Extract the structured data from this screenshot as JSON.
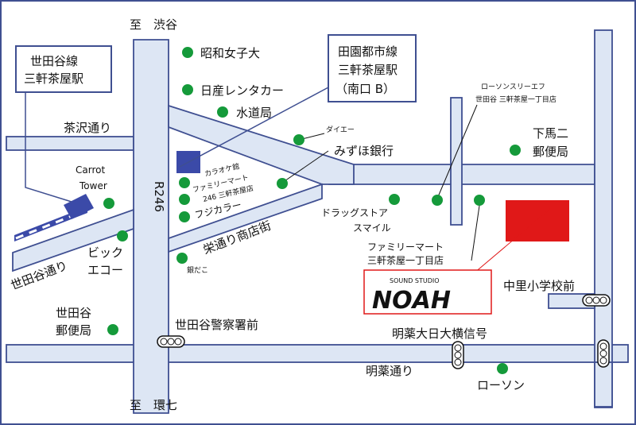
{
  "colors": {
    "road_fill": "#dde6f4",
    "road_stroke": "#3f4f91",
    "poi_green": "#159a3a",
    "studio_red": "#e01818",
    "karaoke_blue": "#3b4aa8"
  },
  "directions": {
    "north": "至　渋谷",
    "south": "至　環七"
  },
  "stations": {
    "setagaya_line": [
      "世田谷線",
      "三軒茶屋駅"
    ],
    "denentoshi_line": [
      "田園都市線",
      "三軒茶屋駅",
      "（南口 B）"
    ]
  },
  "roads": {
    "r246": "R246",
    "chazawa": "茶沢通り",
    "setagaya_dori": "世田谷通り",
    "eidori": "栄通り商店街",
    "meiyaku": "明薬通り"
  },
  "landmarks": {
    "carrot_tower": [
      "Carrot",
      "Tower"
    ],
    "showa_univ": "昭和女子大",
    "nissan_rental": "日産レンタカー",
    "waterworks": "水道局",
    "daiei": "ダイエー",
    "mizuho": "みずほ銀行",
    "karaoke": "カラオケ館",
    "familymart_246": [
      "ファミリーマート",
      "246 三軒茶屋店"
    ],
    "fujicolor": "フジカラー",
    "bic": [
      "ビック",
      "エコー"
    ],
    "gindako": "銀だこ",
    "setagaya_post": [
      "世田谷",
      "郵便局"
    ],
    "police": "世田谷警察署前",
    "lawson_sf": [
      "ローソンスリーエフ",
      "世田谷 三軒茶屋一丁目店"
    ],
    "shimouma_post": [
      "下馬二",
      "郵便局"
    ],
    "drugstore": [
      "ドラッグストア",
      "スマイル"
    ],
    "familymart_1chome": [
      "ファミリーマート",
      "三軒茶屋一丁目店"
    ],
    "nakasato": "中里小学校前",
    "meiyaku_signal": "明薬大日大横信号",
    "lawson": "ローソン"
  },
  "studio": {
    "small": "SOUND STUDIO",
    "name": "NOAH"
  }
}
